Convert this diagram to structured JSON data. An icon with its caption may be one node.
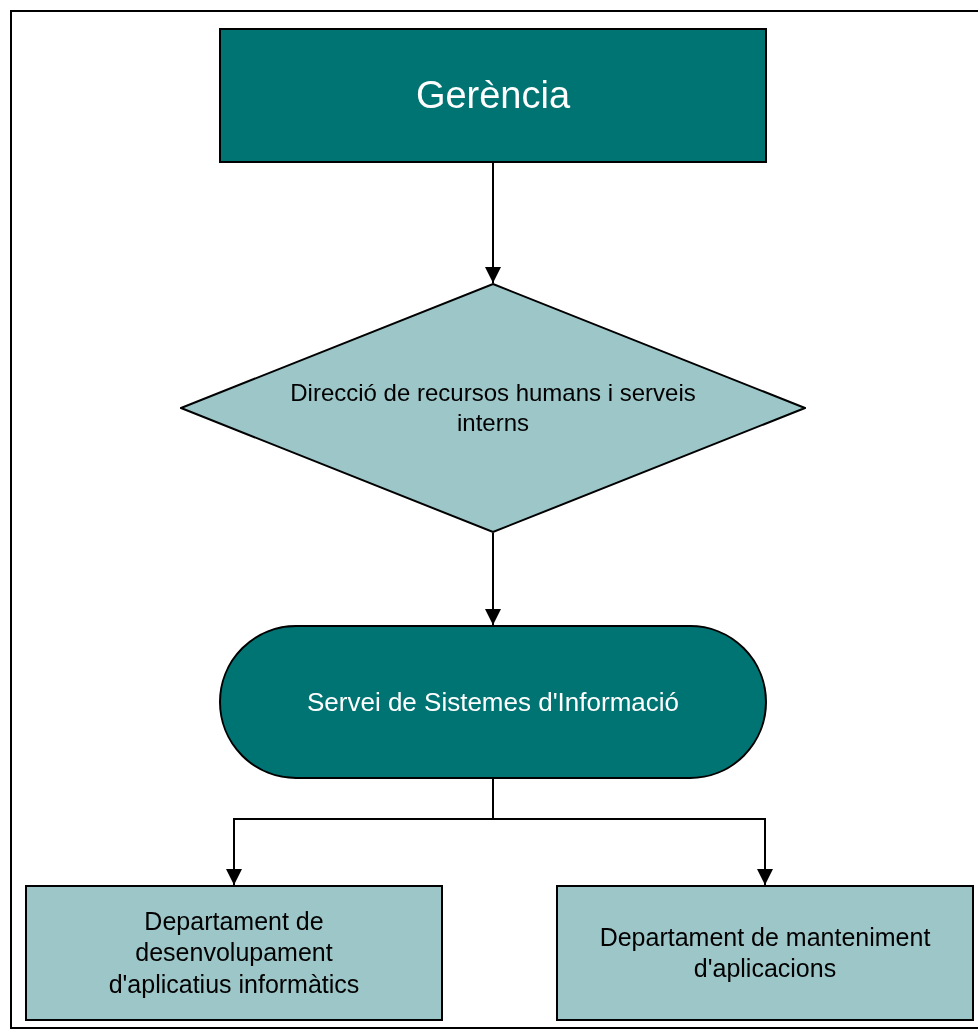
{
  "diagram": {
    "nodes": [
      {
        "text": [
          "Gerència"
        ]
      },
      {
        "text": [
          "Direcció de recursos humans i serveis interns"
        ]
      },
      {
        "text": [
          "Servei de Sistemes d'Informació"
        ]
      },
      {
        "text": [
          "Departament de desenvolupament d'aplicatius informàtics"
        ]
      },
      {
        "text": [
          "Departament de manteniment d'aplicacions"
        ]
      }
    ],
    "edges": [
      {
        "from": 0,
        "to": 1,
        "arrow": "to"
      },
      {
        "from": 1,
        "to": 2,
        "arrow": "to"
      },
      {
        "from": 2,
        "to": 3,
        "arrow": "to"
      },
      {
        "from": 2,
        "to": 4,
        "arrow": "to"
      }
    ]
  }
}
